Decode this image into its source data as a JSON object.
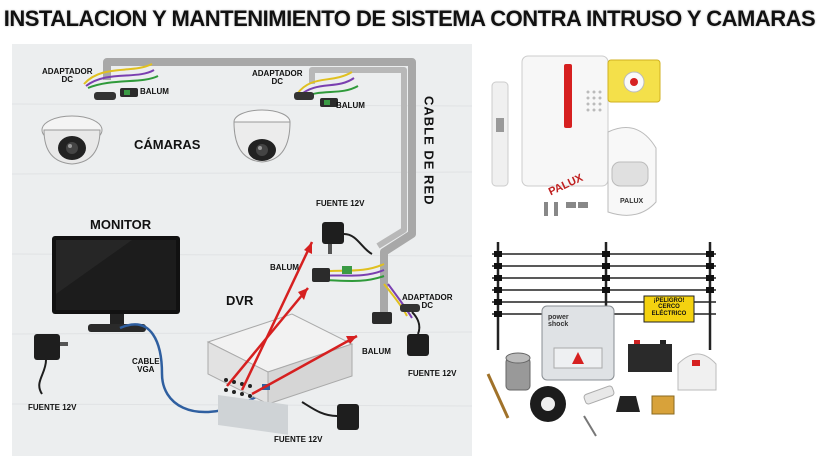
{
  "title": "INSTALACION Y MANTENIMIENTO DE SISTEMA CONTRA INTRUSO Y CAMARAS",
  "cctv": {
    "adapter1": "ADAPTADOR\nDC",
    "adapter2": "ADAPTADOR\nDC",
    "adapter3": "ADAPTADOR\nDC",
    "balun1": "BALUM",
    "balun2": "BALUM",
    "balun3": "BALUM",
    "balun4": "BALUM",
    "cameras": "CÁMARAS",
    "network_cable": "CABLE DE RED",
    "monitor": "MONITOR",
    "dvr": "DVR",
    "vga_cable": "CABLE\nVGA",
    "psu1": "FUENTE 12V",
    "psu2": "FUENTE 12V",
    "psu3": "FUENTE 12V",
    "psu4": "FUENTE 12V"
  },
  "alarm": {
    "brand": "PALUX",
    "sensor_brand": "PALUX"
  },
  "fence": {
    "warning_title": "¡PELIGRO!",
    "warning_text": "CERCO\nELÉCTRICO",
    "energizer_brand": "power\nshock"
  },
  "colors": {
    "cable_gray": "#a8a8a8",
    "arrow_red": "#d62020",
    "vga_blue": "#2f5fa0",
    "wire_yellow": "#e0c020",
    "wire_purple": "#7a3fb0",
    "wire_green": "#2f9a3a"
  }
}
